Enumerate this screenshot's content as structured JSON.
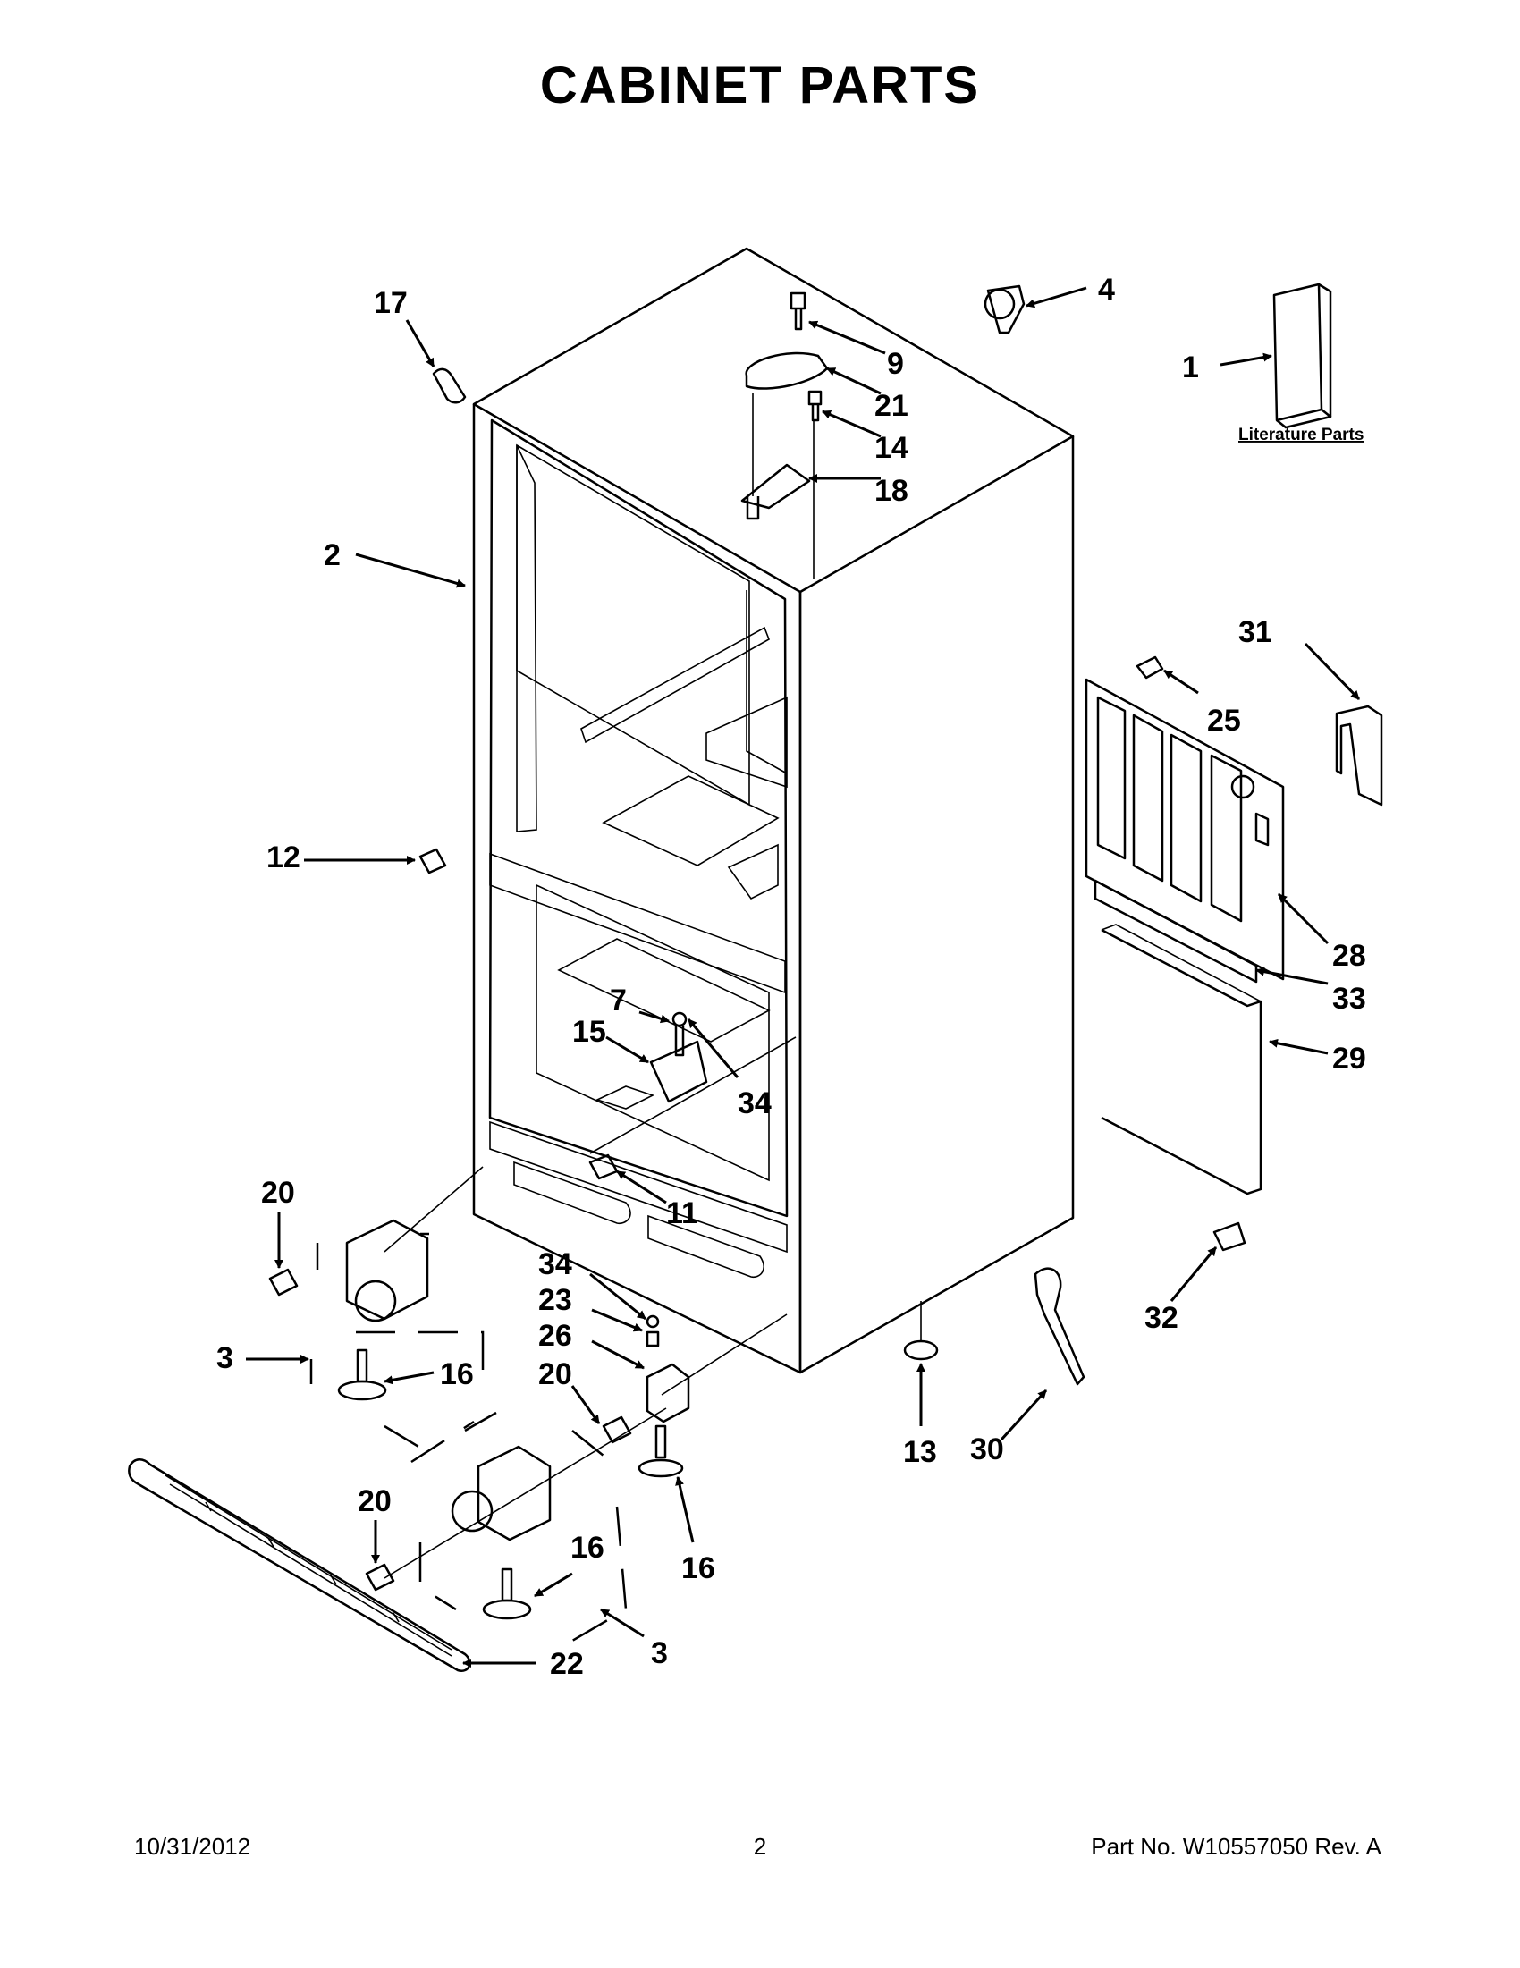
{
  "title": "CABINET PARTS",
  "literature_label": "Literature Parts",
  "callouts": [
    {
      "id": "c17",
      "label": "17"
    },
    {
      "id": "c9",
      "label": "9"
    },
    {
      "id": "c21",
      "label": "21"
    },
    {
      "id": "c14",
      "label": "14"
    },
    {
      "id": "c18",
      "label": "18"
    },
    {
      "id": "c4",
      "label": "4"
    },
    {
      "id": "c1",
      "label": "1"
    },
    {
      "id": "c2",
      "label": "2"
    },
    {
      "id": "c31",
      "label": "31"
    },
    {
      "id": "c25",
      "label": "25"
    },
    {
      "id": "c28",
      "label": "28"
    },
    {
      "id": "c33",
      "label": "33"
    },
    {
      "id": "c29",
      "label": "29"
    },
    {
      "id": "c12",
      "label": "12"
    },
    {
      "id": "c7",
      "label": "7"
    },
    {
      "id": "c15",
      "label": "15"
    },
    {
      "id": "c34a",
      "label": "34"
    },
    {
      "id": "c11",
      "label": "11"
    },
    {
      "id": "c20a",
      "label": "20"
    },
    {
      "id": "c3a",
      "label": "3"
    },
    {
      "id": "c16a",
      "label": "16"
    },
    {
      "id": "c34b",
      "label": "34"
    },
    {
      "id": "c23",
      "label": "23"
    },
    {
      "id": "c26",
      "label": "26"
    },
    {
      "id": "c20b",
      "label": "20"
    },
    {
      "id": "c13",
      "label": "13"
    },
    {
      "id": "c30",
      "label": "30"
    },
    {
      "id": "c32",
      "label": "32"
    },
    {
      "id": "c20c",
      "label": "20"
    },
    {
      "id": "c16b",
      "label": "16"
    },
    {
      "id": "c16c",
      "label": "16"
    },
    {
      "id": "c3b",
      "label": "3"
    },
    {
      "id": "c22",
      "label": "22"
    }
  ],
  "footer": {
    "date": "10/31/2012",
    "page": "2",
    "part_number": "Part No.  W10557050  Rev.  A"
  }
}
